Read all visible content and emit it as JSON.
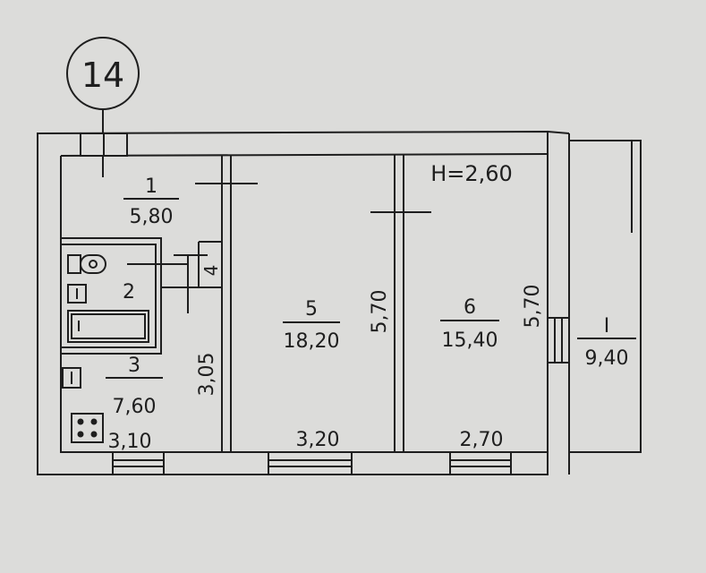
{
  "plan": {
    "apartment_number": "14",
    "ceiling_height": "H=2,60",
    "rooms": [
      {
        "number": "1",
        "area": "5,80"
      },
      {
        "number": "2",
        "area": ""
      },
      {
        "number": "3",
        "area": "7,60"
      },
      {
        "number": "4",
        "area": ""
      },
      {
        "number": "5",
        "area": "18,20"
      },
      {
        "number": "6",
        "area": "15,40"
      },
      {
        "number": "I",
        "area": "9,40"
      }
    ],
    "dimensions": {
      "width_kitchen": "3,10",
      "width_room5": "3,20",
      "width_room6": "2,70",
      "depth_bath_kitchen": "3,05",
      "depth_room5": "5,70",
      "depth_room6": "5,70"
    }
  }
}
